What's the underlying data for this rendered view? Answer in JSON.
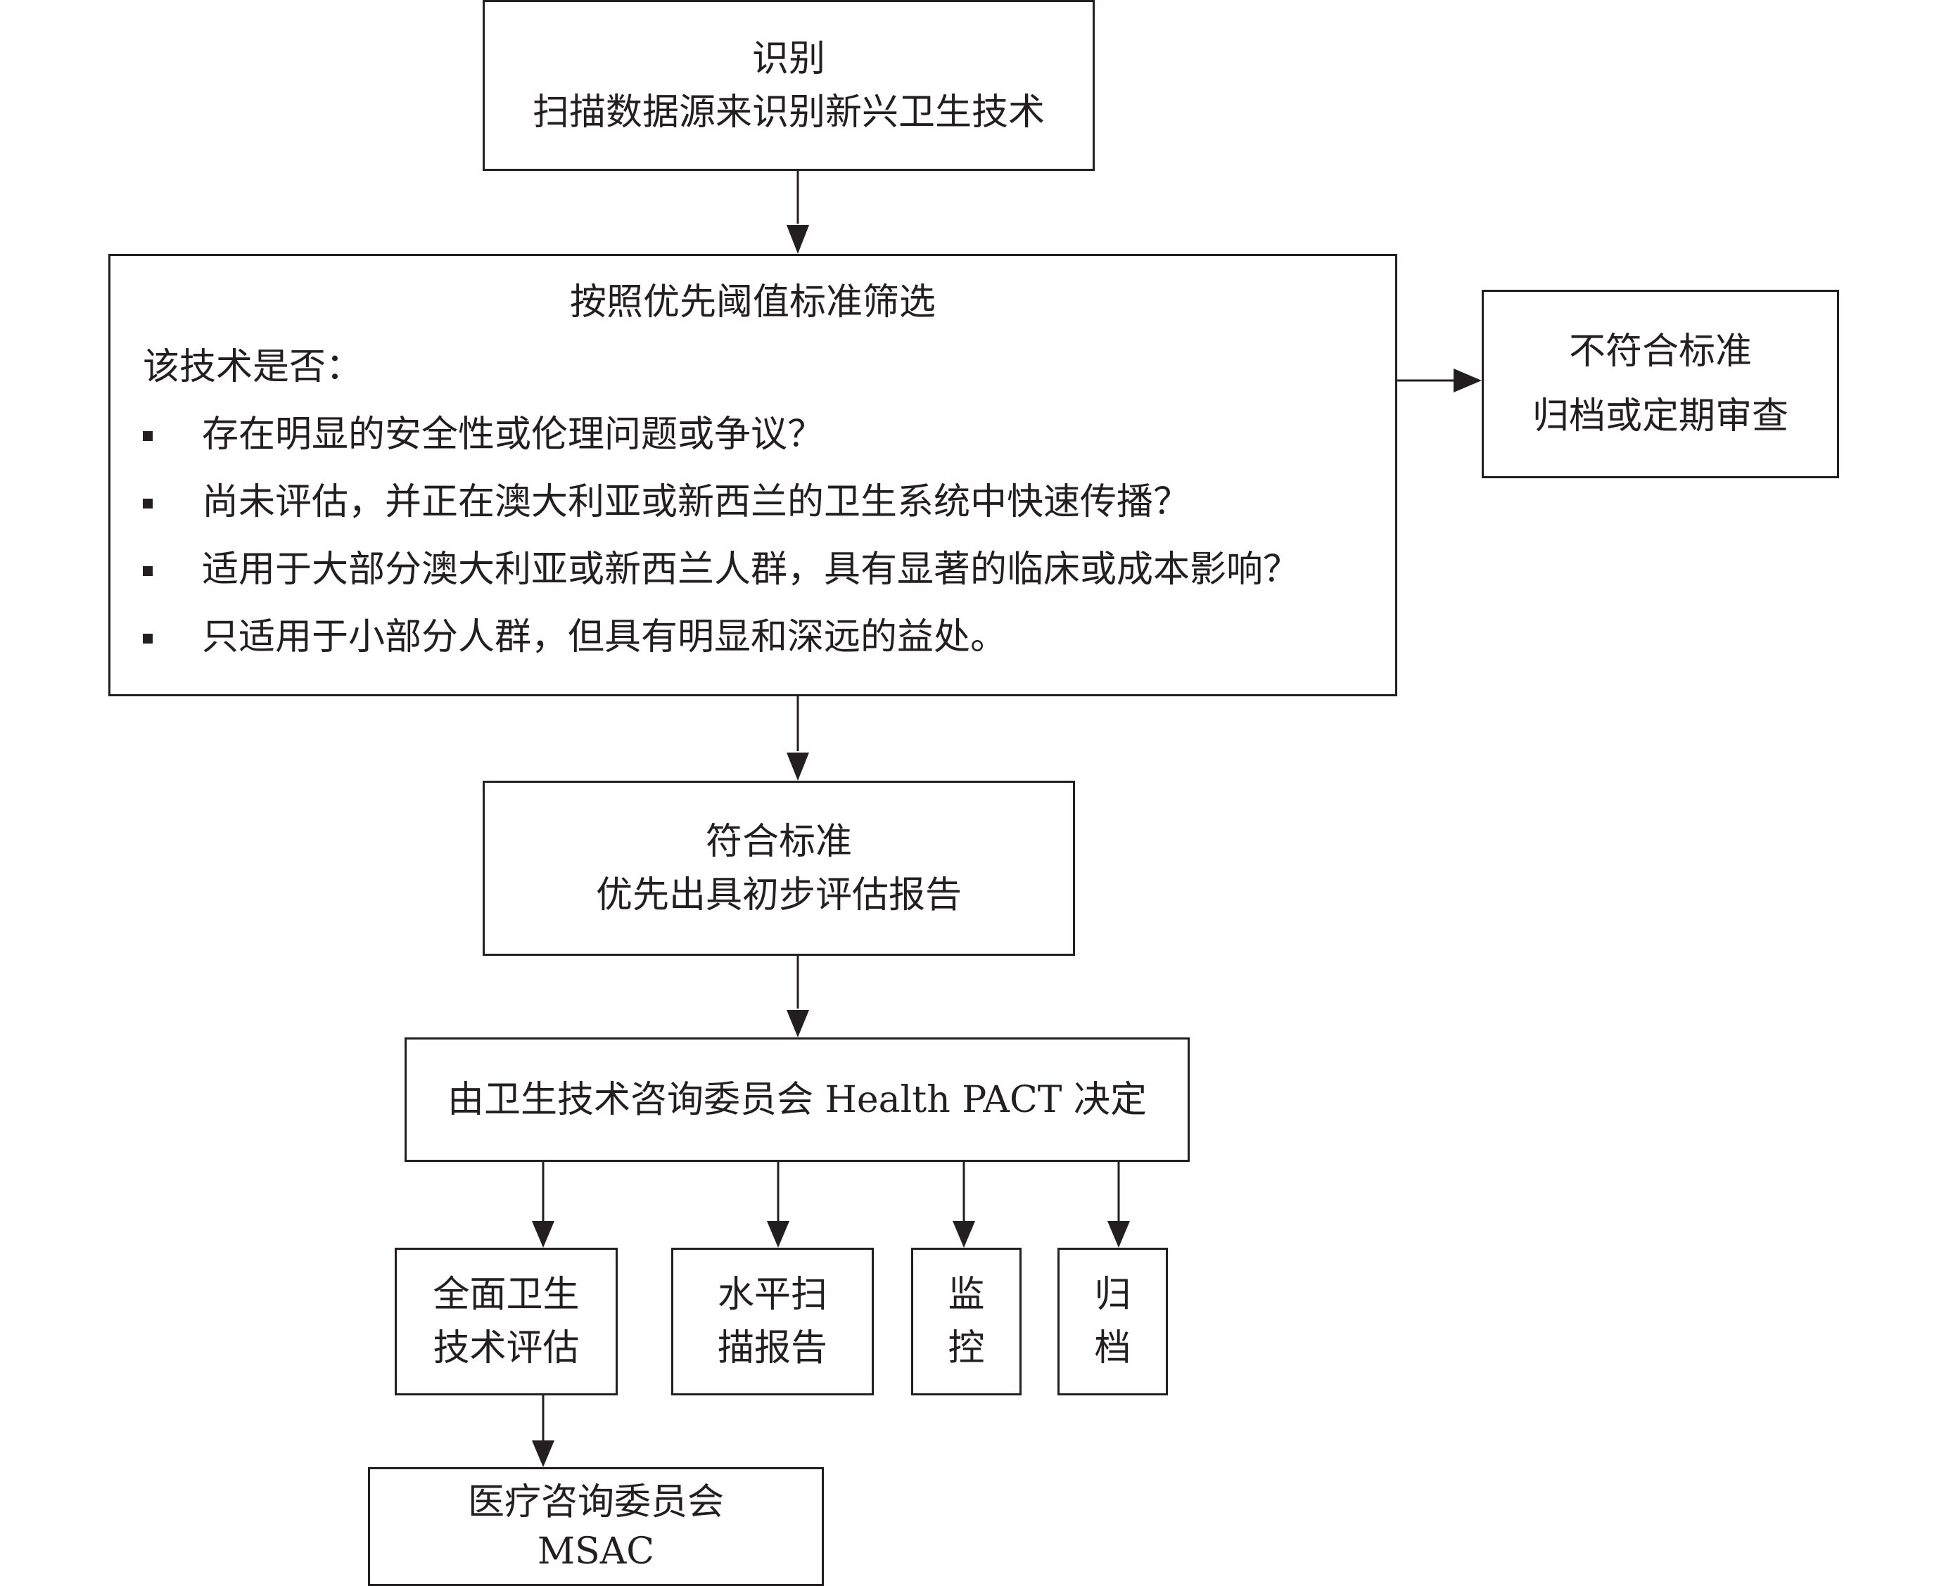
{
  "identify": {
    "title": "识别",
    "subtitle": "扫描数据源来识别新兴卫生技术"
  },
  "screening": {
    "title": "按照优先阈值标准筛选",
    "question": "该技术是否：",
    "criteria": [
      "存在明显的安全性或伦理问题或争议？",
      "尚未评估，并正在澳大利亚或新西兰的卫生系统中快速传播？",
      "适用于大部分澳大利亚或新西兰人群，具有显著的临床或成本影响？",
      "只适用于小部分人群，但具有明显和深远的益处。"
    ]
  },
  "not_meet": {
    "line1": "不符合标准",
    "line2": "归档或定期审查"
  },
  "meet": {
    "line1": "符合标准",
    "line2": "优先出具初步评估报告"
  },
  "decision": {
    "text": "由卫生技术咨询委员会 Health PACT 决定"
  },
  "outcomes": {
    "full_hta": {
      "line1": "全面卫生",
      "line2": "技术评估"
    },
    "horizon_report": {
      "line1": "水平扫",
      "line2": "描报告"
    },
    "monitor": {
      "line1": "监",
      "line2": "控"
    },
    "archive": {
      "line1": "归",
      "line2": "档"
    }
  },
  "msac": {
    "line1": "医疗咨询委员会",
    "line2": "MSAC"
  }
}
